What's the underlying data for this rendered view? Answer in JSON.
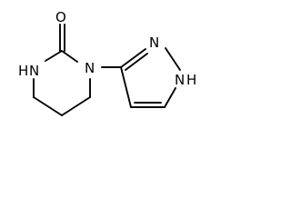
{
  "molecule": {
    "atoms": {
      "o1": "O",
      "n1": "N",
      "n2": "N",
      "h_nh1": "H",
      "n_pz2": "N",
      "n_pz1": "N",
      "h_pz1": "H"
    }
  },
  "colors": {
    "bond": "#000000",
    "label": "#000000",
    "background": "#ffffff"
  }
}
